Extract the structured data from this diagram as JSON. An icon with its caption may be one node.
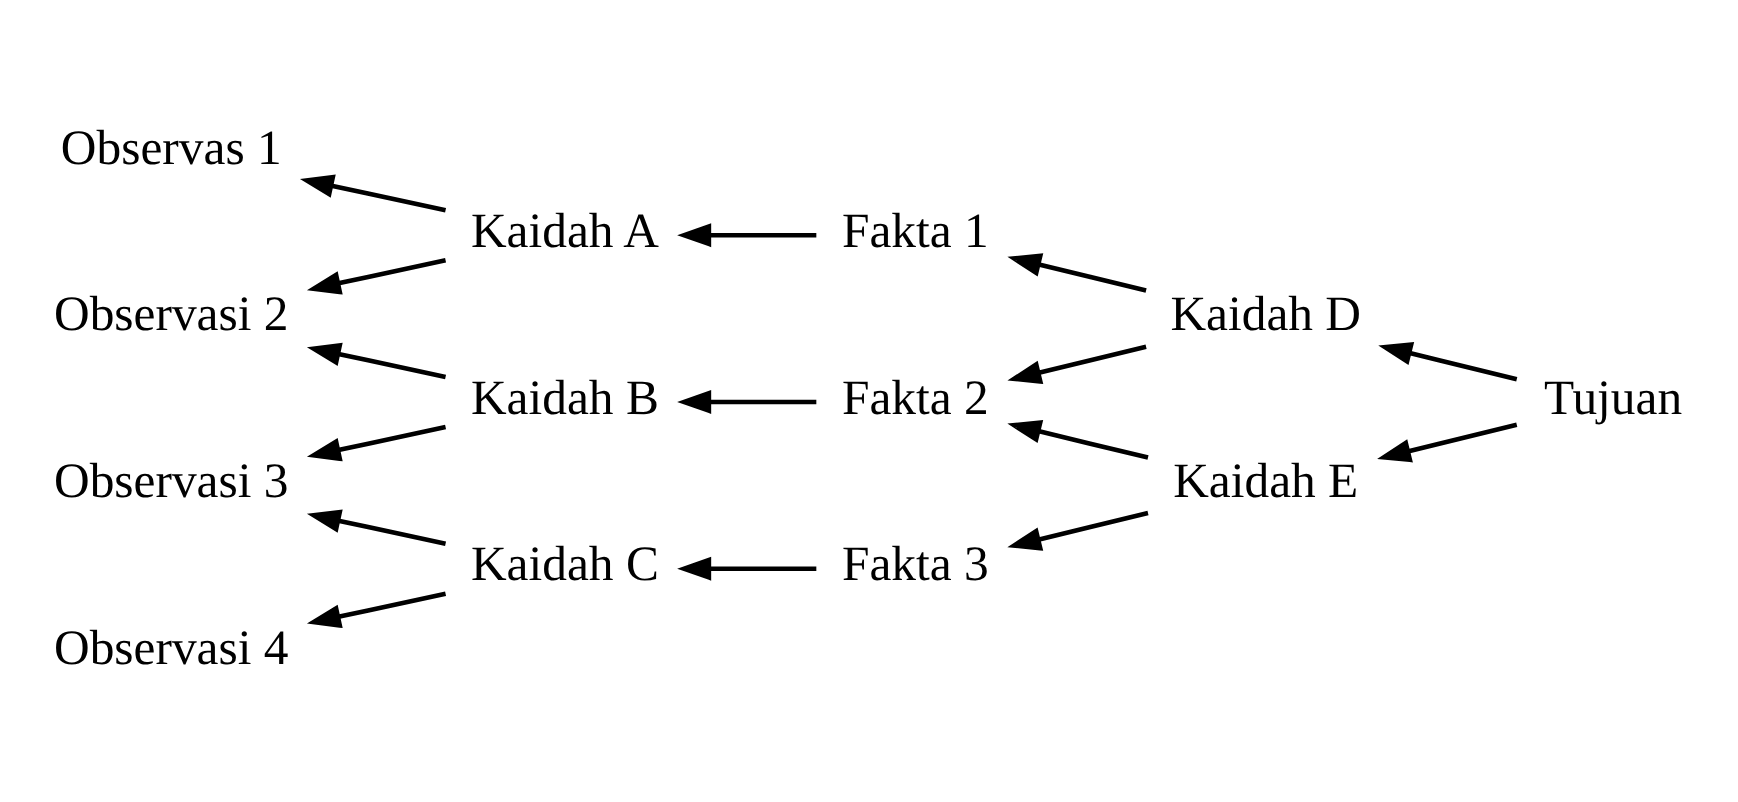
{
  "diagram": {
    "nodes": [
      {
        "text": [
          "Observas 1"
        ]
      },
      {
        "text": [
          "Kaidah A"
        ]
      },
      {
        "text": [
          "Fakta 1"
        ]
      },
      {
        "text": [
          "Kaidah D"
        ]
      },
      {
        "text": [
          "Observasi 2"
        ]
      },
      {
        "text": [
          "Kaidah B"
        ]
      },
      {
        "text": [
          "Fakta 2"
        ]
      },
      {
        "text": [
          "Tujuan"
        ]
      },
      {
        "text": [
          "Observasi 3"
        ]
      },
      {
        "text": [
          "Kaidah E"
        ]
      },
      {
        "text": [
          "Kaidah C"
        ]
      },
      {
        "text": [
          "Fakta 3"
        ]
      },
      {
        "text": [
          "Observasi 4"
        ]
      }
    ],
    "edges": [
      {
        "from": 7,
        "to": 3,
        "arrow": "to"
      },
      {
        "from": 7,
        "to": 9,
        "arrow": "to"
      },
      {
        "from": 3,
        "to": 2,
        "arrow": "to"
      },
      {
        "from": 3,
        "to": 6,
        "arrow": "to"
      },
      {
        "from": 9,
        "to": 6,
        "arrow": "to"
      },
      {
        "from": 9,
        "to": 11,
        "arrow": "to"
      },
      {
        "from": 2,
        "to": 1,
        "arrow": "to"
      },
      {
        "from": 6,
        "to": 5,
        "arrow": "to"
      },
      {
        "from": 11,
        "to": 10,
        "arrow": "to"
      },
      {
        "from": 1,
        "to": 0,
        "arrow": "to"
      },
      {
        "from": 1,
        "to": 4,
        "arrow": "to"
      },
      {
        "from": 5,
        "to": 4,
        "arrow": "to"
      },
      {
        "from": 5,
        "to": 8,
        "arrow": "to"
      },
      {
        "from": 10,
        "to": 8,
        "arrow": "to"
      },
      {
        "from": 10,
        "to": 12,
        "arrow": "to"
      }
    ]
  }
}
